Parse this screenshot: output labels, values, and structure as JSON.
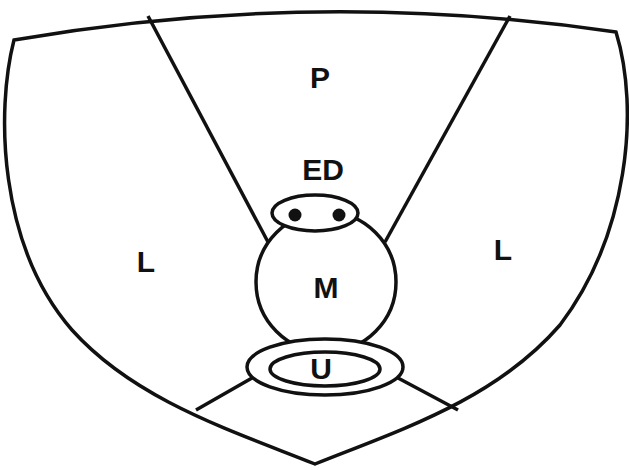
{
  "diagram": {
    "nodes": [
      {
        "text": [
          "ED"
        ]
      },
      {
        "text": [
          "M"
        ]
      },
      {
        "text": [
          "U"
        ]
      }
    ],
    "labels": [
      "P",
      "L",
      "L"
    ]
  }
}
